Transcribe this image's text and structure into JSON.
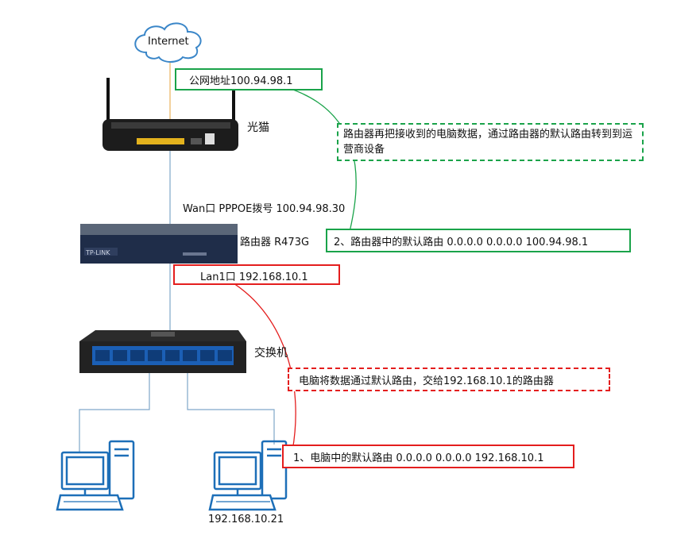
{
  "cloud": {
    "label": "Internet"
  },
  "modem": {
    "label": "光猫",
    "public_address": "公网地址100.94.98.1"
  },
  "router": {
    "label": "路由器 R473G",
    "wan_label": "Wan口 PPPOE拨号 100.94.98.30",
    "lan_label": "Lan1口 192.168.10.1",
    "brand": "TP-LINK"
  },
  "switch": {
    "label": "交换机"
  },
  "pc": {
    "label": "192.168.10.21"
  },
  "notes": {
    "router_forward": "路由器再把接收到的电脑数据，通过路由器的默认路由转到到运营商设备",
    "router_route": "2、路由器中的默认路由 0.0.0.0 0.0.0.0 100.94.98.1",
    "pc_forward": "电脑将数据通过默认路由，交给192.168.10.1的路由器",
    "pc_route": "1、电脑中的默认路由 0.0.0.0 0.0.0.0 192.168.10.1"
  },
  "colors": {
    "green": "#1aa34a",
    "red": "#e41e1e",
    "blue": "#1d6fb8",
    "cloud": "#3a86c8"
  }
}
